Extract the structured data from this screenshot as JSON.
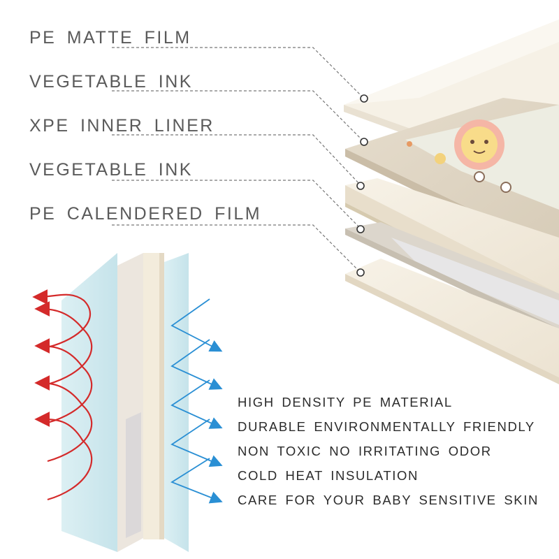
{
  "layers": [
    {
      "label": "PE MATTE FILM"
    },
    {
      "label": "VEGETABLE INK"
    },
    {
      "label": "XPE INNER LINER"
    },
    {
      "label": "VEGETABLE INK"
    },
    {
      "label": "PE CALENDERED FILM"
    }
  ],
  "features": [
    {
      "label": "HIGH DENSITY PE MATERIAL"
    },
    {
      "label": "DURABLE ENVIRONMENTALLY FRIENDLY"
    },
    {
      "label": "NON TOXIC NO IRRITATING ODOR"
    },
    {
      "label": "COLD HEAT INSULATION"
    },
    {
      "label": "CARE FOR YOUR BABY SENSITIVE SKIN"
    }
  ],
  "colors": {
    "label_text": "#5a5a5a",
    "feature_text": "#2b2b2b",
    "leader_line": "#777777",
    "heat_arrow": "#d42a2a",
    "cold_arrow": "#2a8fd4",
    "glass_panel": "#cfe8ee",
    "sheet_cream": "#f3ecdd",
    "sheet_beige": "#e2d8c8"
  },
  "icons": [
    "lion-face-print",
    "heat-arrow-icon",
    "cold-arrow-icon"
  ]
}
